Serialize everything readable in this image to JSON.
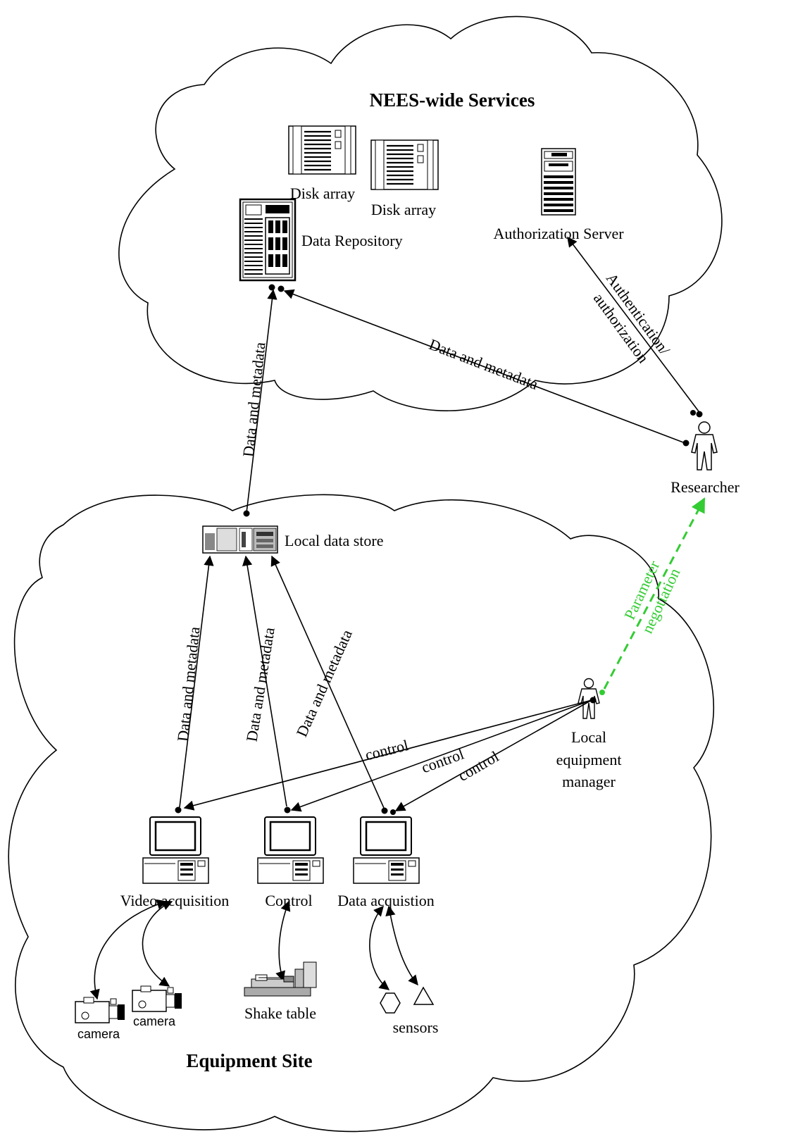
{
  "clouds": {
    "top_title": "NEES-wide Services",
    "bottom_title": "Equipment Site"
  },
  "nodes": {
    "disk_array_1": "Disk array",
    "disk_array_2": "Disk array",
    "data_repository": "Data Repository",
    "authorization_server": "Authorization Server",
    "researcher": "Researcher",
    "local_data_store": "Local data store",
    "local_equipment_manager": [
      "Local",
      "equipment",
      "manager"
    ],
    "video_acquisition": "Video acquisition",
    "control": "Control",
    "data_acquisition": "Data acquistion",
    "shake_table": "Shake table",
    "camera_1": "camera",
    "camera_2": "camera",
    "sensors": "sensors"
  },
  "edges": {
    "repo_to_local": "Data and metadata",
    "repo_to_researcher": "Data and metadata",
    "auth_to_researcher": [
      "Authentication/",
      "authorization"
    ],
    "param_negotiation": [
      "Parameter",
      "negotiation"
    ],
    "local_to_video": "Data and metadata",
    "local_to_control": "Data and metadata",
    "local_to_daq": "Data and metadata",
    "control_1": "control",
    "control_2": "control",
    "control_3": "control"
  },
  "colors": {
    "negotiation": "#33cc33",
    "line": "#000000"
  }
}
